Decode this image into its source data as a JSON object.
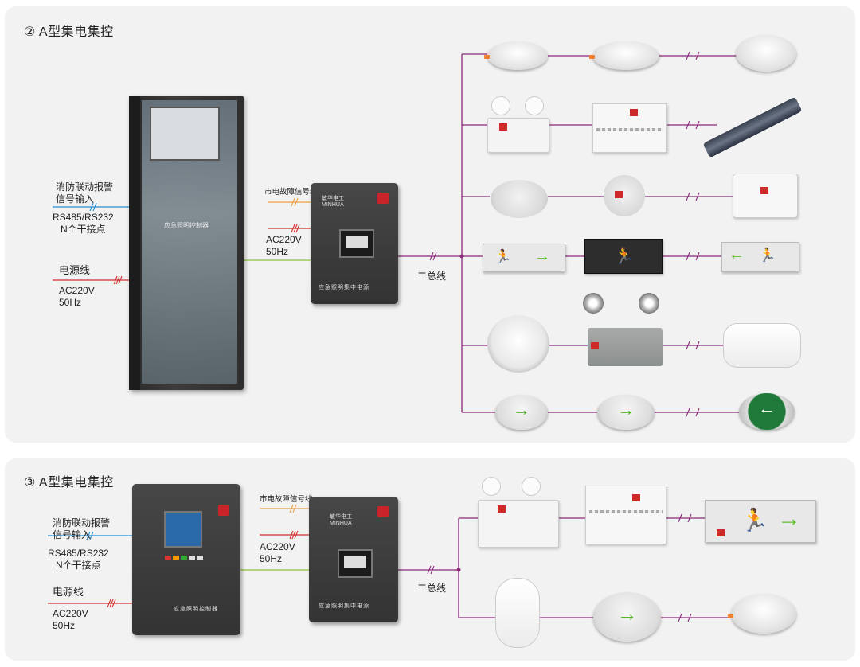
{
  "section1": {
    "title": "② A型集电集控",
    "fire_signal": "消防联动报警\n信号输入",
    "rs485": "RS485/RS232\nN个干接点",
    "power_line": "电源线",
    "ac_power": "AC220V\n50Hz",
    "cabinet_label": "应急照明控制器",
    "mains_fault_label": "市电故障信号线",
    "box_ac": "AC220V\n50Hz",
    "bus_label": "二总线",
    "box_brand": "敏华电工\nMINHUA",
    "box_foot": "应急照明集中电源"
  },
  "section2": {
    "title": "③ A型集电集控",
    "fire_signal": "消防联动报警\n信号输入",
    "rs485": "RS485/RS232\nN个干接点",
    "power_line": "电源线",
    "ac_power": "AC220V\n50Hz",
    "controller_label": "应急照明控制器",
    "mains_fault_label": "市电故障信号线",
    "box_ac": "AC220V\n50Hz",
    "bus_label": "二总线",
    "box_brand": "敏华电工\nMINHUA",
    "box_foot": "应急照明集中电源"
  },
  "sign_text": {
    "exit_glyph": "🏃",
    "arrow_right": "→",
    "arrow_left": "←"
  },
  "wire_colors": {
    "fire_signal": "#2a8fd0",
    "mains_fault": "#f0a040",
    "power": "#d43030",
    "bus": "#8a2a7a",
    "link": "#8ac43a"
  }
}
